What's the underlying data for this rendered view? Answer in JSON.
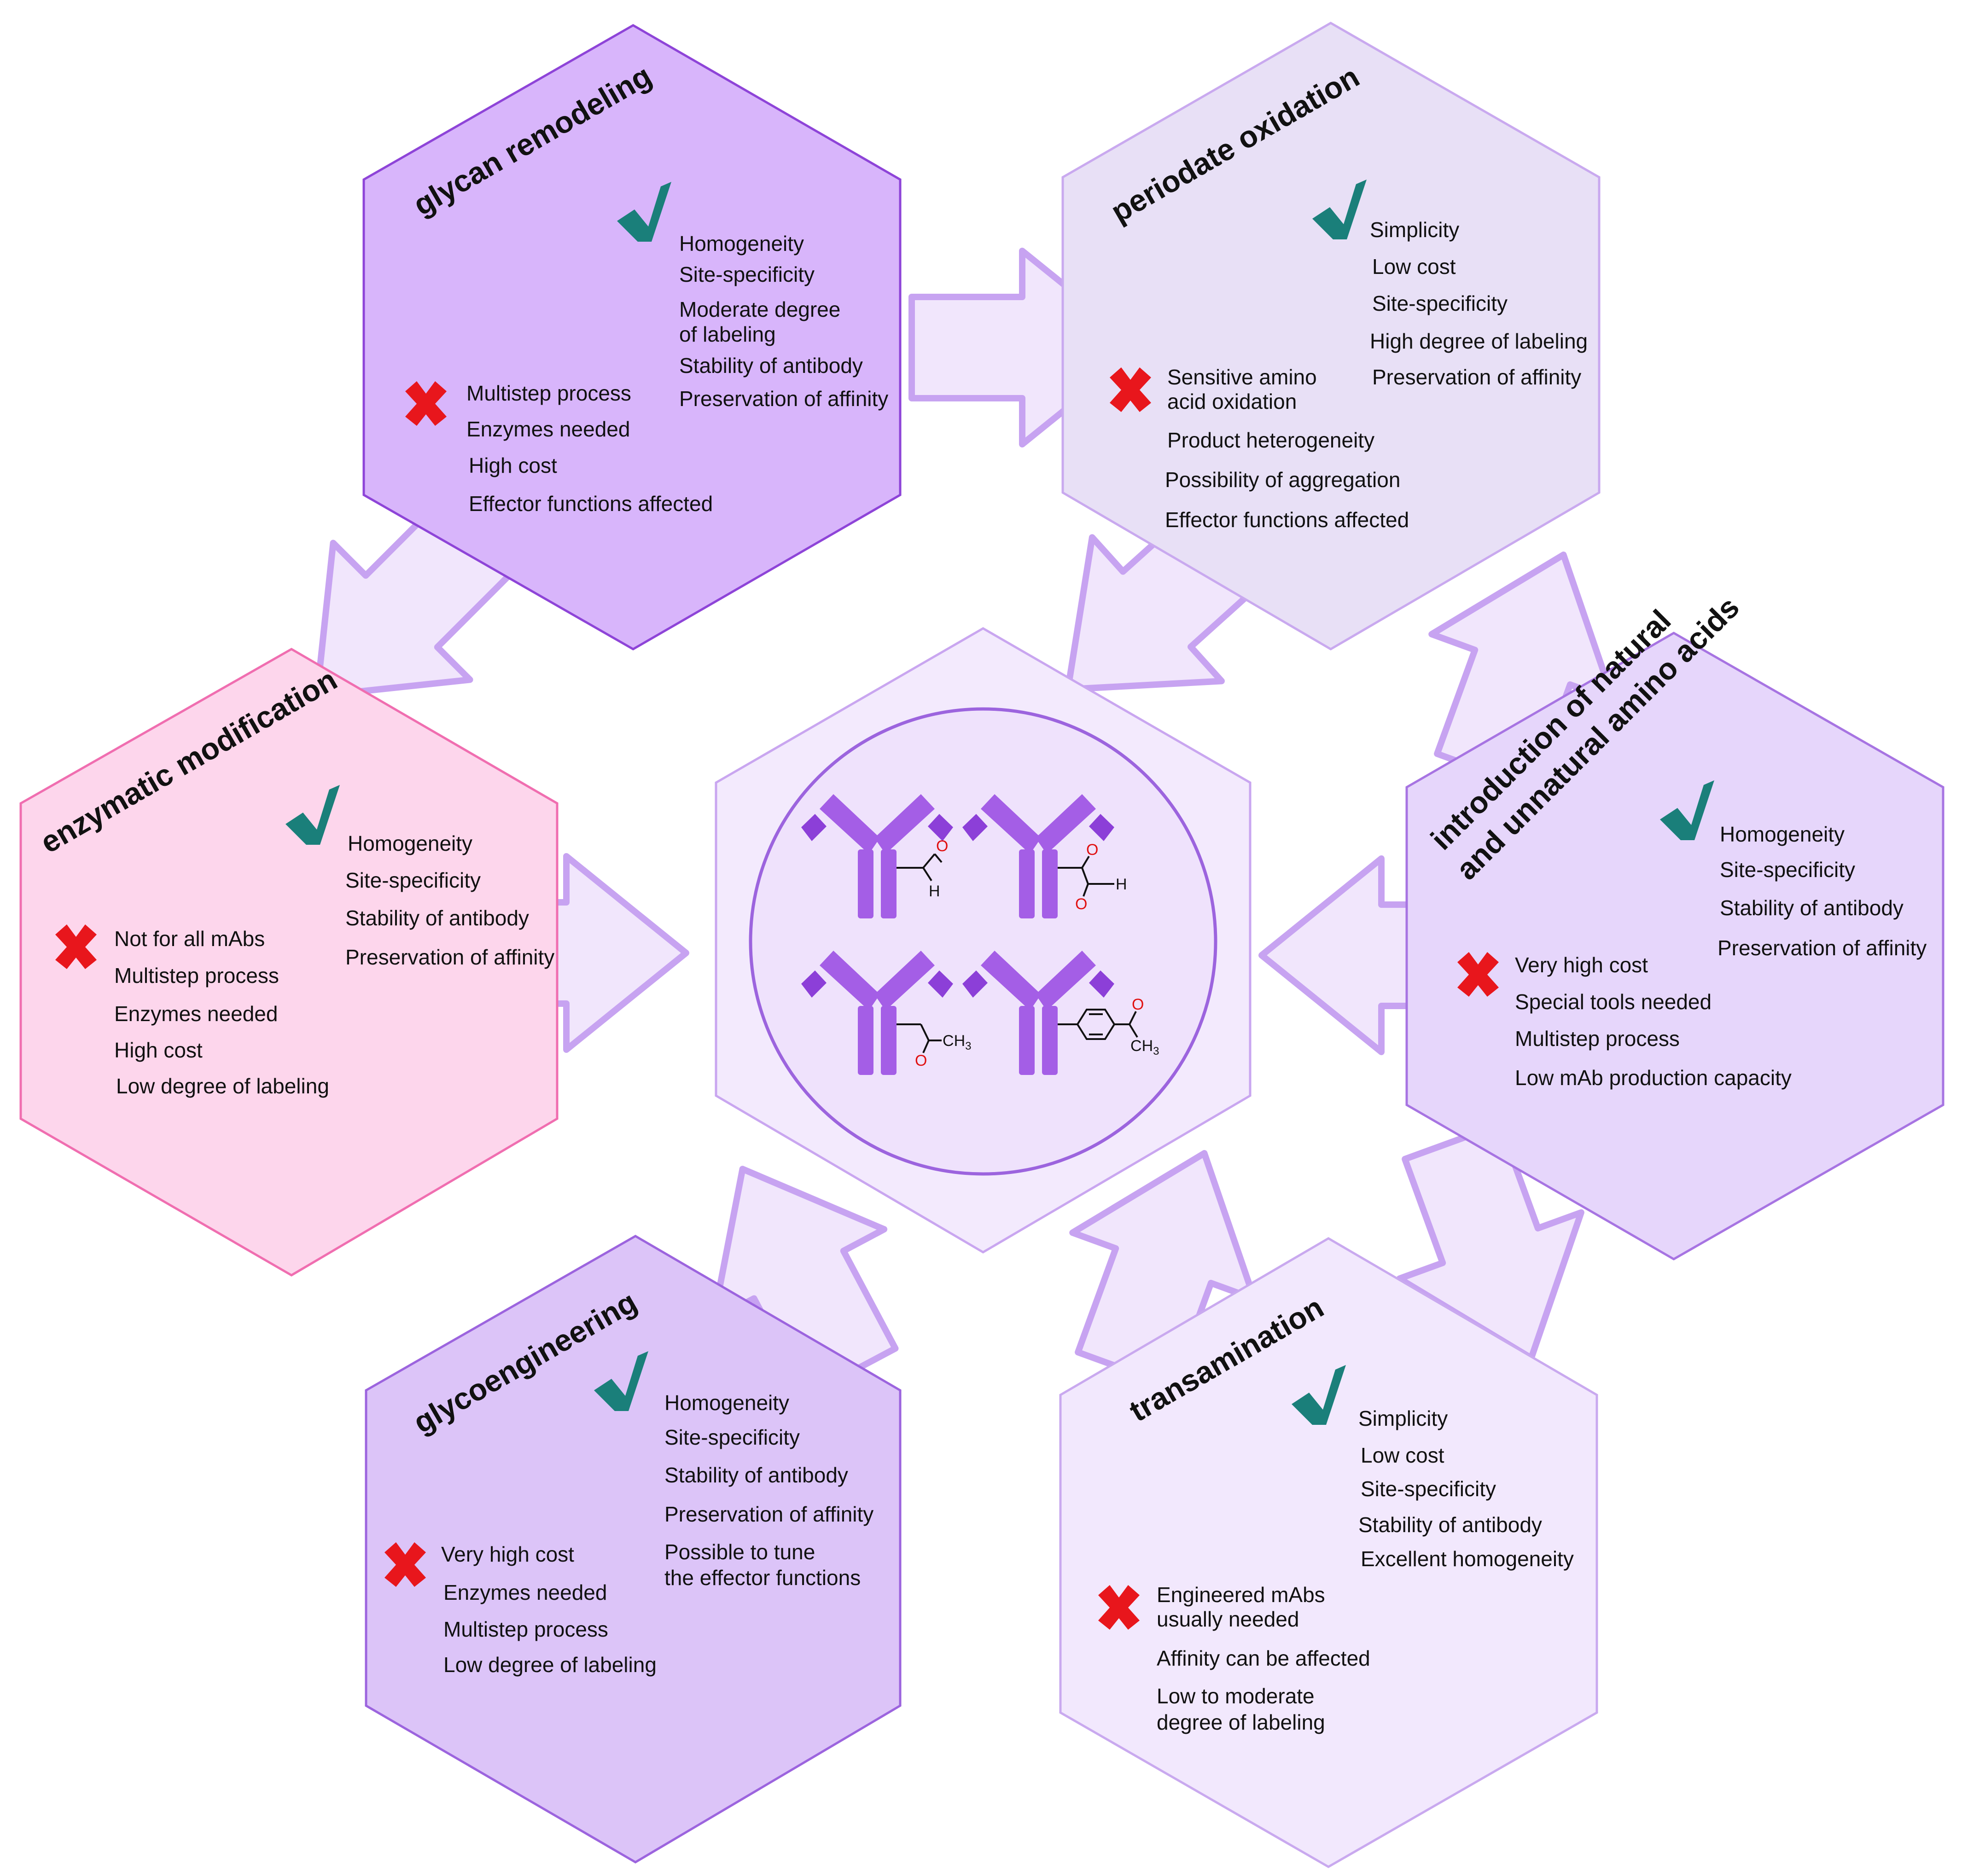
{
  "colors": {
    "check": "#1a7f7a",
    "cross": "#e8161c",
    "arrow_fill": "#f1e6fc",
    "arrow_stroke": "#c7a3f1",
    "antibody": "#a45ee6",
    "oxygen": "#e01010"
  },
  "icons": {
    "check": "check-mark-icon",
    "cross": "cross-mark-icon",
    "antibody": "antibody-icon"
  },
  "hexagons": {
    "glycan_remodeling": {
      "title": "glycan remodeling",
      "pros": [
        "Homogeneity",
        "Site-specificity",
        "Moderate degree",
        "of labeling",
        "Stability of antibody",
        "Preservation of affinity"
      ],
      "cons": [
        "Multistep process",
        "Enzymes needed",
        "High cost",
        "Effector functions affected"
      ]
    },
    "periodate_oxidation": {
      "title": "periodate oxidation",
      "pros": [
        "Simplicity",
        "Low cost",
        "Site-specificity",
        "High degree of labeling",
        "Preservation of affinity"
      ],
      "cons": [
        "Sensitive amino",
        "acid oxidation",
        "Product heterogeneity",
        "Possibility  of aggregation",
        "Effector functions affected"
      ]
    },
    "enzymatic_modification": {
      "title": "enzymatic modification",
      "pros": [
        "Homogeneity",
        "Site-specificity",
        "Stability  of antibody",
        "Preservation of affinity"
      ],
      "cons": [
        "Not for all mAbs",
        "Multistep process",
        "Enzymes needed",
        "High cost",
        "Low degree of labeling"
      ]
    },
    "amino_acids": {
      "title_line1": "introduction of natural",
      "title_line2": "and unnatural amino acids",
      "pros": [
        "Homogeneity",
        "Site-specificity",
        "Stability of antibody",
        "Preservation of affinity"
      ],
      "cons": [
        "Very high cost",
        "Special tools needed",
        "Multistep process",
        "Low mAb production capacity"
      ]
    },
    "glycoengineering": {
      "title": "glycoengineering",
      "pros": [
        "Homogeneity",
        "Site-specificity",
        "Stability  of antibody",
        "Preservation of affinity",
        "Possible to tune",
        "the effector functions"
      ],
      "cons": [
        "Very high cost",
        "Enzymes needed",
        "Multistep process",
        "Low degree of labeling"
      ]
    },
    "transamination": {
      "title": "transamination",
      "pros": [
        "Simplicity",
        "Low cost",
        "Site-specificity",
        "Stability  of antibody",
        "Excellent homogeneity"
      ],
      "cons": [
        "Engineered mAbs",
        "usually needed",
        "Affinity can be affected",
        "Low to moderate",
        "degree of labeling"
      ]
    }
  },
  "center": {
    "atoms": {
      "H": "H",
      "O": "O",
      "C": "C",
      "H3": "H",
      "sub3": "3"
    }
  }
}
